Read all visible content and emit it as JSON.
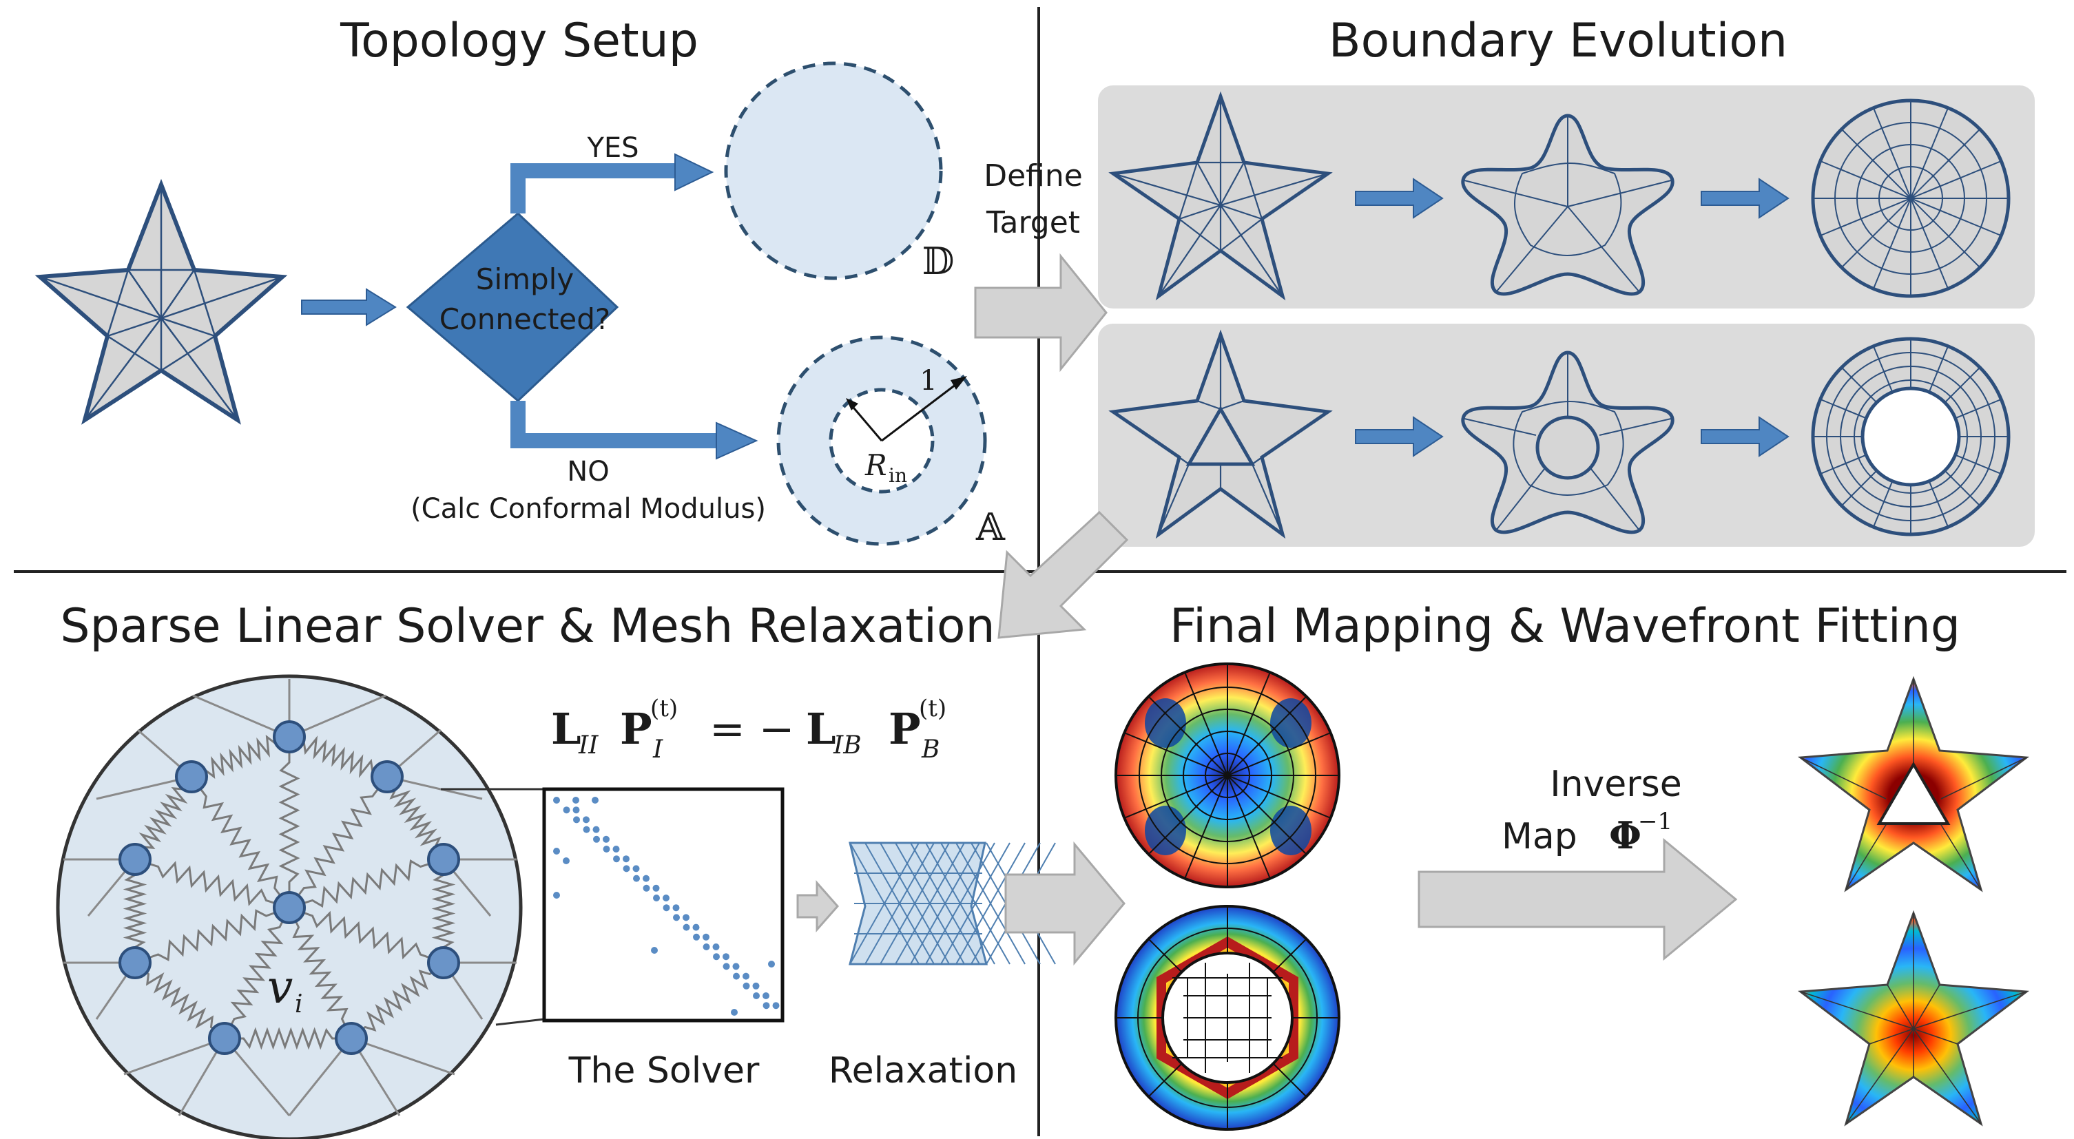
{
  "panels": {
    "topology": {
      "title": "Topology Setup",
      "decision": [
        "Simply",
        "Connected?"
      ],
      "yes_label": "YES",
      "no_label": "NO",
      "no_note": "(Calc Conformal Modulus)",
      "disk_symbol": "𝔻",
      "annulus_symbol": "𝔸",
      "radius_outer": "1",
      "radius_inner": "R",
      "radius_inner_sub": "in"
    },
    "boundary": {
      "title": "Boundary Evolution",
      "define_target": [
        "Define",
        "Target"
      ]
    },
    "solver": {
      "title": "Sparse Linear Solver & Mesh Relaxation",
      "vertex_label": "v",
      "vertex_sub": "i",
      "equation": {
        "L1": "L",
        "L1_sub": "II",
        "P1": "P",
        "P1_sub": "I",
        "P1_sup": "(t)",
        "eq": "= −",
        "L2": "L",
        "L2_sub": "IB",
        "P2": "P",
        "P2_sub": "B",
        "P2_sup": "(t)"
      },
      "solver_caption": "The Solver",
      "relax_caption": "Relaxation"
    },
    "final": {
      "title": "Final Mapping & Wavefront Fitting",
      "inverse_line1": "Inverse",
      "inverse_line2": "Map",
      "inverse_symbol": "Φ",
      "inverse_exp": "−1"
    }
  },
  "colors": {
    "arrow_blue": "#4f86c2",
    "diamond_blue": "#3f78b5",
    "disk_fill": "#dbe7f3",
    "panel_gray": "#dcdcdc",
    "shape_gray": "#d6d6d6",
    "mesh_blue": "#2d4f7c",
    "node_blue": "#6a94c8",
    "gray_arrow": "#d3d3d3"
  }
}
